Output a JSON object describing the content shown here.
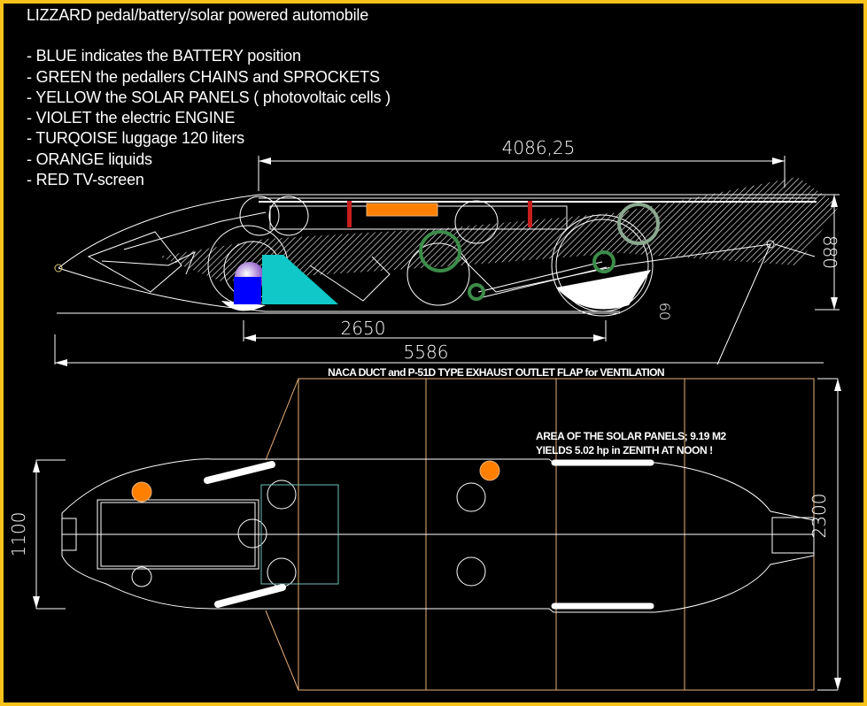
{
  "title": "LIZZARD pedal/battery/solar powered automobile",
  "legend": [
    "- BLUE indicates the BATTERY position",
    "- GREEN the pedallers CHAINS and SPROCKETS",
    "- YELLOW the SOLAR PANELS ( photovoltaic cells )",
    "- VIOLET the electric ENGINE",
    "- TURQOISE luggage 120 liters",
    "- ORANGE liquids",
    "- RED TV-screen"
  ],
  "colors": {
    "border": "#f8c21a",
    "battery": "#0000ff",
    "chains": "#3c8c4a",
    "solar_panels": "#e8b078",
    "engine": "#a070d0",
    "luggage": "#10c8c8",
    "liquids": "#ff8000",
    "tv_screen": "#c81e1e",
    "lines": "#ffffff"
  },
  "dimensions": {
    "overall_span": "4086,25",
    "height": "880",
    "wheelbase": "2650",
    "length": "5586",
    "ground_clearance": "60",
    "width_front": "1100",
    "width_total": "2300"
  },
  "notes": {
    "ventilation": "NACA DUCT and P-51D TYPE EXHAUST OUTLET FLAP for VENTILATION",
    "solar_area": "AREA OF THE SOLAR PANELS; 9.19 M2",
    "solar_yield": "YIELDS 5.02 hp in ZENITH AT NOON !"
  }
}
